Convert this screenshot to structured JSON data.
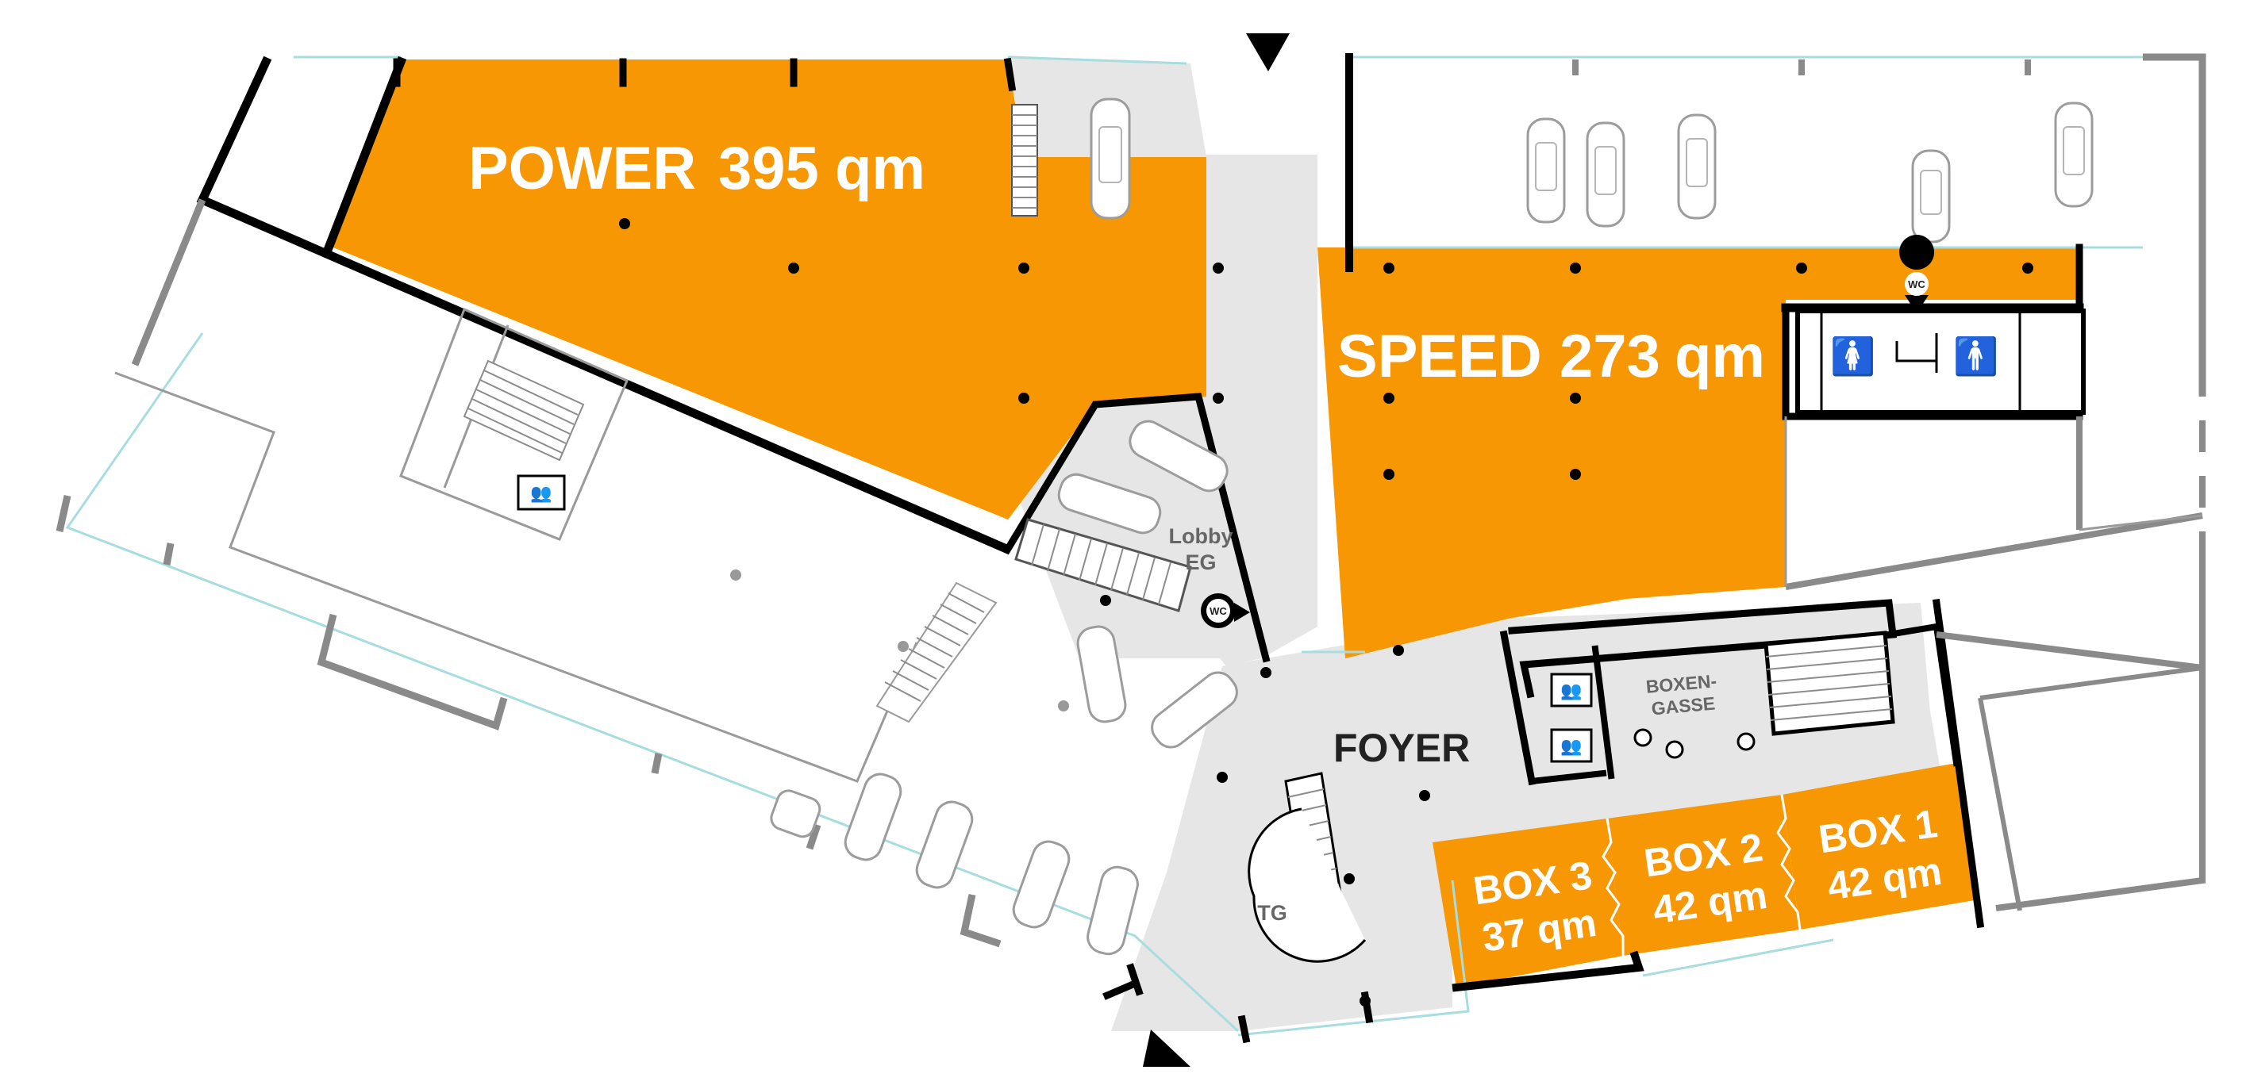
{
  "colors": {
    "orange": "#f79704",
    "corridor": "#e6e6e6",
    "wall": "#000000",
    "wall_grey": "#8a8a8a",
    "glass": "#a8dde0"
  },
  "rooms": {
    "power": {
      "name": "POWER",
      "area": "395",
      "unit": "qm"
    },
    "speed": {
      "name": "SPEED",
      "area": "273",
      "unit": "qm"
    },
    "box1": {
      "name": "BOX 1",
      "area": "42 qm"
    },
    "box2": {
      "name": "BOX 2",
      "area": "42 qm"
    },
    "box3": {
      "name": "BOX 3",
      "area": "37 qm"
    }
  },
  "labels": {
    "foyer": "FOYER",
    "lobby_line1": "Lobby",
    "lobby_line2": "EG",
    "boxengasse_line1": "BOXEN-",
    "boxengasse_line2": "GASSE",
    "tg": "TG",
    "wc": "WC"
  },
  "icons": {
    "entrance": "entrance-arrow-icon",
    "wc": "wc-marker-icon",
    "toilets": "toilet-icon",
    "elevator": "elevator-icon",
    "car": "car-icon",
    "stairs": "stairs-icon"
  }
}
